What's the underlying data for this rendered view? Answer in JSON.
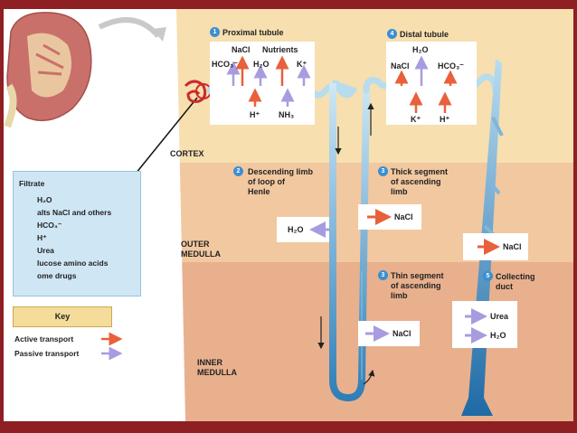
{
  "regions": {
    "cortex": "CORTEX",
    "outer_medulla_1": "OUTER",
    "outer_medulla_2": "MEDULLA",
    "inner_medulla_1": "INNER",
    "inner_medulla_2": "MEDULLA"
  },
  "segments": {
    "proximal": {
      "num": "1",
      "label": "Proximal tubule"
    },
    "descending": {
      "num": "2",
      "line1": "Descending limb",
      "line2": "of loop of",
      "line3": "Henle"
    },
    "thick": {
      "num": "3",
      "line1": "Thick segment",
      "line2": "of ascending",
      "line3": "limb"
    },
    "thin": {
      "num": "3",
      "line1": "Thin segment",
      "line2": "of ascending",
      "line3": "limb"
    },
    "distal": {
      "num": "4",
      "label": "Distal tubule"
    },
    "collecting": {
      "num": "5",
      "line1": "Collecting",
      "line2": "duct"
    }
  },
  "proximal_box": {
    "hco3": "HCO₃⁻",
    "nacl": "NaCl",
    "h2o": "H₂O",
    "nutrients": "Nutrients",
    "k": "K⁺",
    "h": "H⁺",
    "nh3": "NH₃"
  },
  "distal_box": {
    "h2o": "H₂O",
    "nacl": "NaCl",
    "hco3": "HCO₃⁻",
    "k": "K⁺",
    "h": "H⁺"
  },
  "transport_labels": {
    "descending_h2o": "H₂O",
    "thick_nacl": "NaCl",
    "thin_nacl": "NaCl",
    "duct_nacl": "NaCl",
    "duct_urea": "Urea",
    "duct_h2o": "H₂O"
  },
  "filtrate": {
    "title": "Filtrate",
    "items": [
      "H₂O",
      "alts  NaCl and others",
      "HCO₃⁻",
      "H⁺",
      "Urea",
      "lucose  amino acids",
      "ome drugs"
    ]
  },
  "key": {
    "title": "Key",
    "active": "Active transport",
    "passive": "Passive transport"
  },
  "colors": {
    "active": "#e8603c",
    "passive": "#a99be0",
    "cortex": "#f7dfb0",
    "outer_medulla": "#f2c8a0",
    "inner_medulla": "#e9b08e",
    "tubule": "#b6dcee",
    "duct": "#2d7fb8",
    "frame": "#8e1f22"
  }
}
